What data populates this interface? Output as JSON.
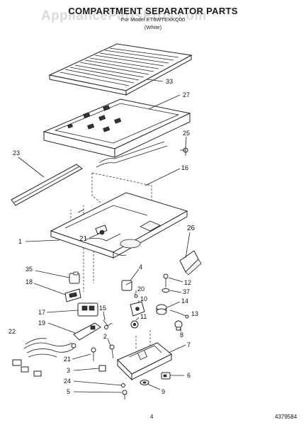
{
  "header": {
    "watermark": "AppliancePartsPros.com",
    "title": "COMPARTMENT SEPARATOR PARTS",
    "subtitle": "For Model ET8WTEXKQ00",
    "color": "(White)"
  },
  "footer": {
    "page_number": "4",
    "part_number": "4379584"
  },
  "callouts": [
    {
      "id": "c33",
      "text": "33"
    },
    {
      "id": "c27",
      "text": "27"
    },
    {
      "id": "c25",
      "text": "25"
    },
    {
      "id": "c23",
      "text": "23"
    },
    {
      "id": "c16",
      "text": "16"
    },
    {
      "id": "c1",
      "text": "1"
    },
    {
      "id": "c21a",
      "text": "21"
    },
    {
      "id": "c26",
      "text": "26"
    },
    {
      "id": "c35",
      "text": "35"
    },
    {
      "id": "c4",
      "text": "4"
    },
    {
      "id": "c12",
      "text": "12"
    },
    {
      "id": "c18",
      "text": "18"
    },
    {
      "id": "c37",
      "text": "37"
    },
    {
      "id": "c20",
      "text": "20"
    },
    {
      "id": "c10",
      "text": "10"
    },
    {
      "id": "c14",
      "text": "14"
    },
    {
      "id": "c17",
      "text": "17"
    },
    {
      "id": "c15",
      "text": "15"
    },
    {
      "id": "c11",
      "text": "11"
    },
    {
      "id": "c13",
      "text": "13"
    },
    {
      "id": "c19",
      "text": "19"
    },
    {
      "id": "c8",
      "text": "8"
    },
    {
      "id": "c22",
      "text": "22"
    },
    {
      "id": "c7",
      "text": "7"
    },
    {
      "id": "c2",
      "text": "2"
    },
    {
      "id": "c21b",
      "text": "21"
    },
    {
      "id": "c3",
      "text": "3"
    },
    {
      "id": "c6",
      "text": "6"
    },
    {
      "id": "c24",
      "text": "24"
    },
    {
      "id": "c5",
      "text": "5"
    },
    {
      "id": "c9",
      "text": "9"
    }
  ]
}
